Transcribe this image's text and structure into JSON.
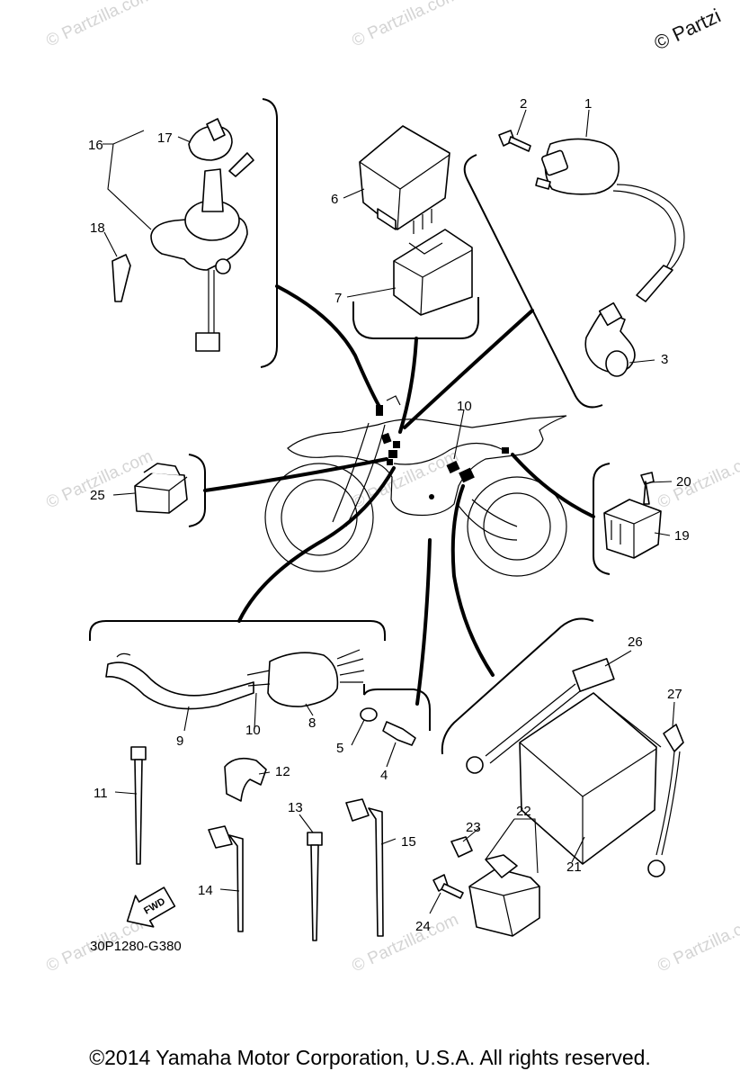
{
  "header": {
    "copyright_mark": "© Partzi"
  },
  "watermark": {
    "text": "© Partzilla.com"
  },
  "diagram_code": "30P1280-G380",
  "fwd_label": "FWD",
  "callouts": [
    "1",
    "2",
    "3",
    "4",
    "5",
    "6",
    "7",
    "8",
    "9",
    "10",
    "10",
    "11",
    "12",
    "13",
    "14",
    "15",
    "16",
    "17",
    "18",
    "19",
    "20",
    "21",
    "22",
    "23",
    "24",
    "25",
    "26",
    "27"
  ],
  "footer": {
    "copyright": "©2014  Yamaha Motor Corporation, U.S.A. All rights reserved."
  }
}
